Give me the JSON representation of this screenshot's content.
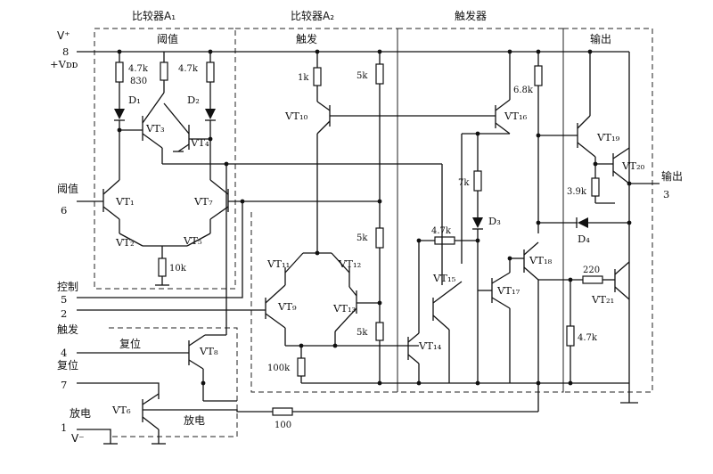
{
  "sections": {
    "comp1": "比较器A₁",
    "comp2": "比较器A₂",
    "trigger": "触发器",
    "output": "输出"
  },
  "sublabels": {
    "threshold": "阈值",
    "trigger": "触发"
  },
  "pins": {
    "vplus": "V⁺",
    "pin8": "8",
    "vdd": "+Vᴅᴅ",
    "threshold_name": "阈值",
    "pin6": "6",
    "control_name": "控制",
    "pin5": "5",
    "pin2": "2",
    "trigger_name": "触发",
    "pin4": "4",
    "reset_name": "复位",
    "pin7": "7",
    "discharge_name": "放电",
    "pin1": "1",
    "vminus": "V⁻",
    "out_name": "输出",
    "pin3": "3"
  },
  "inner": {
    "reset": "复位",
    "discharge": "放电"
  },
  "transistors": {
    "vt1": "VT₁",
    "vt2": "VT₂",
    "vt3": "VT₃",
    "vt4": "VT₄",
    "vt5": "VT₅",
    "vt7": "VT₇",
    "vt10": "VT₁₀",
    "vt11": "VT₁₁",
    "vt12": "VT₁₂",
    "vt13": "VT₁₃",
    "vt9": "VT₉",
    "vt14": "VT₁₄",
    "vt15": "VT₁₅",
    "vt16": "VT₁₆",
    "vt17": "VT₁₇",
    "vt18": "VT₁₈",
    "vt19": "VT₁₉",
    "vt20": "VT₂₀",
    "vt21": "VT₂₁",
    "vt8": "VT₈",
    "vt6": "VT₆"
  },
  "diodes": {
    "d1": "D₁",
    "d2": "D₂",
    "d3": "D₃",
    "d4": "D₄"
  },
  "resistors": {
    "r47k_a": "4.7k",
    "r830": "830",
    "r47k_b": "4.7k",
    "r10k": "10k",
    "r1k": "1k",
    "r5k_top": "5k",
    "r5k_mid": "5k",
    "r5k_bot": "5k",
    "r100k": "100k",
    "r68k": "6.8k",
    "r7k": "7k",
    "r47k_c": "4.7k",
    "r39k": "3.9k",
    "r220": "220",
    "r47k_d": "4.7k",
    "r100": "100"
  }
}
